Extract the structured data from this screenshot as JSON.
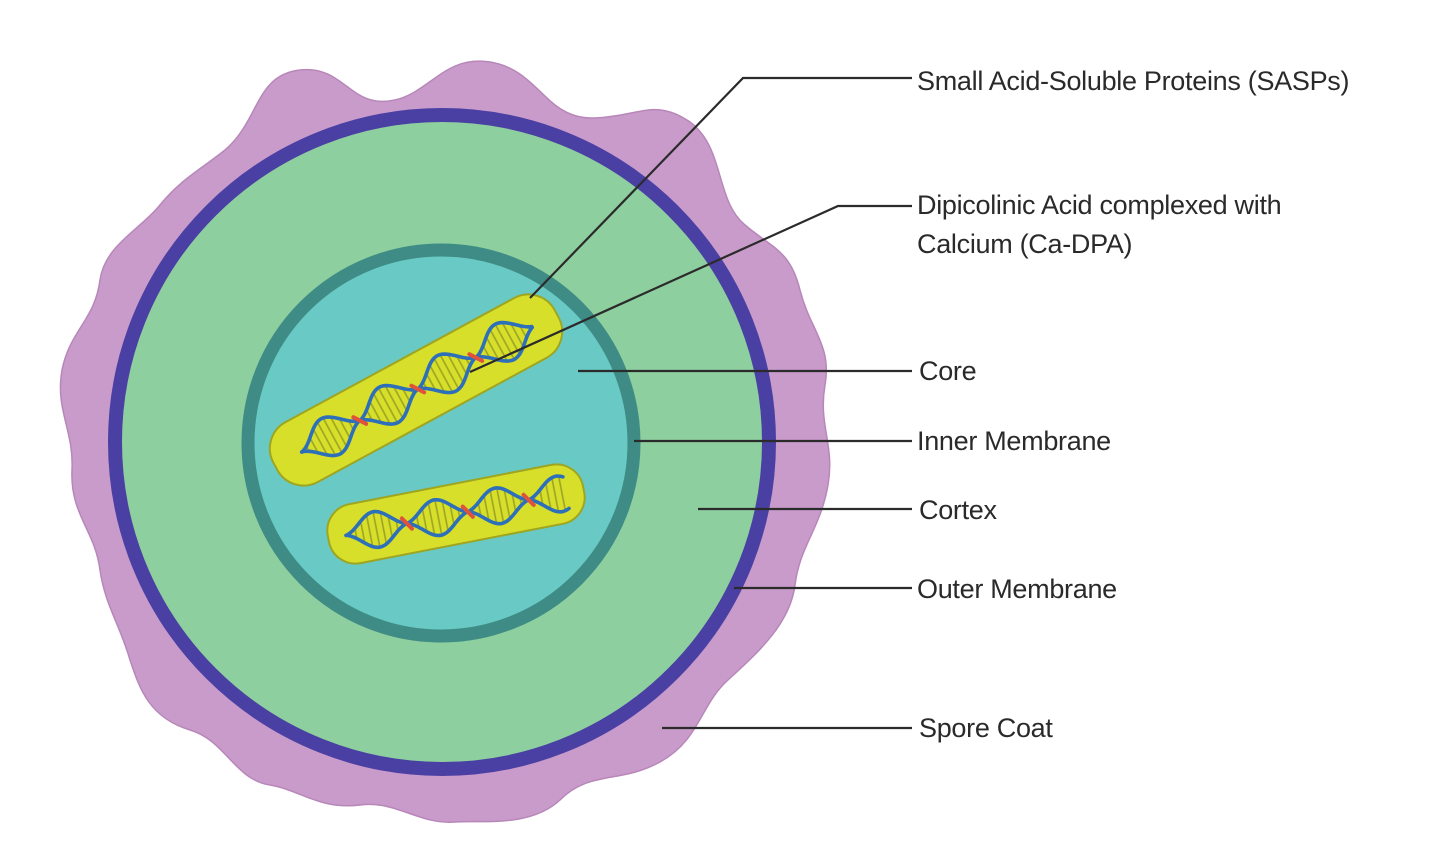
{
  "labels": {
    "sasps": "Small Acid-Soluble Proteins (SASPs)",
    "ca_dpa_line1": "Dipicolinic Acid complexed with",
    "ca_dpa_line2": "Calcium (Ca-DPA)",
    "core": "Core",
    "inner_membrane": "Inner Membrane",
    "cortex": "Cortex",
    "outer_membrane": "Outer Membrane",
    "spore_coat": "Spore Coat"
  },
  "colors": {
    "spore_coat": "#c99bcb",
    "outer_membrane": "#4a3fa3",
    "cortex": "#8ecf9f",
    "inner_membrane": "#3e8c85",
    "core": "#69c9c4",
    "sasp_capsule": "#d8df2a",
    "dna_strand": "#2d6fb8",
    "dna_crosslink": "#e0533a"
  }
}
